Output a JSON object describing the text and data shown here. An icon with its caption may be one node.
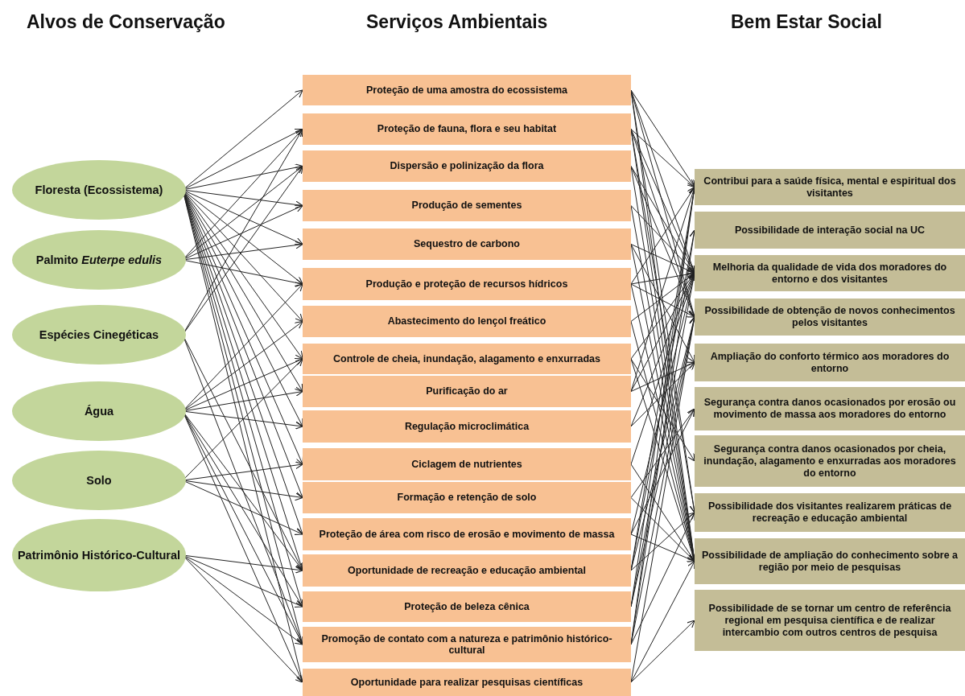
{
  "diagram": {
    "nodes": [
      {
        "text": [
          "Floresta (Ecossistema)"
        ]
      },
      {
        "text": [
          "Palmito *Euterpe edulis*"
        ]
      },
      {
        "text": [
          "Espécies Cinegéticas"
        ]
      },
      {
        "text": [
          "Água"
        ]
      },
      {
        "text": [
          "Solo"
        ]
      },
      {
        "text": [
          "Patrimônio Histórico-Cultural"
        ]
      },
      {
        "text": [
          "Proteção de uma amostra do ecossistema"
        ]
      },
      {
        "text": [
          "Proteção de fauna, flora e seu habitat"
        ]
      },
      {
        "text": [
          "Dispersão e polinização da flora"
        ]
      },
      {
        "text": [
          "Produção de sementes"
        ]
      },
      {
        "text": [
          "Sequestro de carbono"
        ]
      },
      {
        "text": [
          "Produção e proteção de recursos hídricos"
        ]
      },
      {
        "text": [
          "Abastecimento  do lençol freático"
        ]
      },
      {
        "text": [
          "Controle de cheia, inundação, alagamento e enxurradas"
        ]
      },
      {
        "text": [
          "Purificação do ar"
        ]
      },
      {
        "text": [
          "Regulação microclimática"
        ]
      },
      {
        "text": [
          "Ciclagem de nutrientes"
        ]
      },
      {
        "text": [
          "Formação  e retenção de solo"
        ]
      },
      {
        "text": [
          "Proteção de área com risco de erosão e movimento de massa"
        ]
      },
      {
        "text": [
          "Oportunidade de recreação e educação ambiental"
        ]
      },
      {
        "text": [
          "Proteção de beleza cênica"
        ]
      },
      {
        "text": [
          "Promoção de contato com a natureza e patrimônio histórico-cultural"
        ]
      },
      {
        "text": [
          "Oportunidade para realizar pesquisas científicas"
        ]
      },
      {
        "text": [
          "Contribui para a saúde física, mental e espiritual dos visitantes"
        ]
      },
      {
        "text": [
          "Possibilidade de interação social na UC"
        ]
      },
      {
        "text": [
          "Melhoria da qualidade de vida dos moradores do entorno e dos visitantes"
        ]
      },
      {
        "text": [
          "Possibilidade de obtenção de novos conhecimentos pelos visitantes"
        ]
      },
      {
        "text": [
          "Ampliação  do conforto térmico  aos moradores do entorno"
        ]
      },
      {
        "text": [
          "Segurança contra danos ocasionados por erosão ou movimento de massa aos moradores do entorno"
        ]
      },
      {
        "text": [
          "Segurança contra danos ocasionados por cheia, inundação, alagamento e enxurradas aos moradores do entorno"
        ]
      },
      {
        "text": [
          "Possibilidade dos visitantes realizarem práticas de recreação e educação ambiental"
        ]
      },
      {
        "text": [
          "Possibilidade de ampliação  do conhecimento sobre a região por meio de pesquisas"
        ]
      },
      {
        "text": [
          "Possibilidade de se tornar um centro de referência regional em pesquisa científica e de realizar intercambio com outros centros de pesquisa"
        ]
      }
    ],
    "edges": [
      {
        "from": 0,
        "to": 6,
        "arrow": "to"
      },
      {
        "from": 0,
        "to": 7,
        "arrow": "to"
      },
      {
        "from": 0,
        "to": 8,
        "arrow": "to"
      },
      {
        "from": 0,
        "to": 9,
        "arrow": "to"
      },
      {
        "from": 0,
        "to": 10,
        "arrow": "to"
      },
      {
        "from": 0,
        "to": 11,
        "arrow": "to"
      },
      {
        "from": 0,
        "to": 12,
        "arrow": "to"
      },
      {
        "from": 0,
        "to": 13,
        "arrow": "to"
      },
      {
        "from": 0,
        "to": 14,
        "arrow": "to"
      },
      {
        "from": 0,
        "to": 15,
        "arrow": "to"
      },
      {
        "from": 0,
        "to": 16,
        "arrow": "to"
      },
      {
        "from": 0,
        "to": 17,
        "arrow": "to"
      },
      {
        "from": 0,
        "to": 18,
        "arrow": "to"
      },
      {
        "from": 0,
        "to": 19,
        "arrow": "to"
      },
      {
        "from": 0,
        "to": 20,
        "arrow": "to"
      },
      {
        "from": 0,
        "to": 21,
        "arrow": "to"
      },
      {
        "from": 0,
        "to": 22,
        "arrow": "to"
      },
      {
        "from": 1,
        "to": 7,
        "arrow": "to"
      },
      {
        "from": 1,
        "to": 8,
        "arrow": "to"
      },
      {
        "from": 1,
        "to": 9,
        "arrow": "to"
      },
      {
        "from": 1,
        "to": 10,
        "arrow": "to"
      },
      {
        "from": 1,
        "to": 11,
        "arrow": "to"
      },
      {
        "from": 2,
        "to": 7,
        "arrow": "to"
      },
      {
        "from": 2,
        "to": 8,
        "arrow": "to"
      },
      {
        "from": 2,
        "to": 19,
        "arrow": "to"
      },
      {
        "from": 2,
        "to": 21,
        "arrow": "to"
      },
      {
        "from": 3,
        "to": 11,
        "arrow": "to"
      },
      {
        "from": 3,
        "to": 12,
        "arrow": "to"
      },
      {
        "from": 3,
        "to": 13,
        "arrow": "to"
      },
      {
        "from": 3,
        "to": 14,
        "arrow": "to"
      },
      {
        "from": 3,
        "to": 15,
        "arrow": "to"
      },
      {
        "from": 3,
        "to": 19,
        "arrow": "to"
      },
      {
        "from": 3,
        "to": 20,
        "arrow": "to"
      },
      {
        "from": 3,
        "to": 21,
        "arrow": "to"
      },
      {
        "from": 3,
        "to": 22,
        "arrow": "to"
      },
      {
        "from": 4,
        "to": 13,
        "arrow": "to"
      },
      {
        "from": 4,
        "to": 16,
        "arrow": "to"
      },
      {
        "from": 4,
        "to": 17,
        "arrow": "to"
      },
      {
        "from": 4,
        "to": 18,
        "arrow": "to"
      },
      {
        "from": 5,
        "to": 19,
        "arrow": "to"
      },
      {
        "from": 5,
        "to": 20,
        "arrow": "to"
      },
      {
        "from": 5,
        "to": 21,
        "arrow": "to"
      },
      {
        "from": 5,
        "to": 22,
        "arrow": "to"
      },
      {
        "from": 6,
        "to": 23,
        "arrow": "to"
      },
      {
        "from": 6,
        "to": 25,
        "arrow": "to"
      },
      {
        "from": 6,
        "to": 26,
        "arrow": "to"
      },
      {
        "from": 6,
        "to": 30,
        "arrow": "to"
      },
      {
        "from": 6,
        "to": 31,
        "arrow": "to"
      },
      {
        "from": 7,
        "to": 23,
        "arrow": "to"
      },
      {
        "from": 7,
        "to": 25,
        "arrow": "to"
      },
      {
        "from": 7,
        "to": 26,
        "arrow": "to"
      },
      {
        "from": 7,
        "to": 30,
        "arrow": "to"
      },
      {
        "from": 7,
        "to": 31,
        "arrow": "to"
      },
      {
        "from": 8,
        "to": 25,
        "arrow": "to"
      },
      {
        "from": 8,
        "to": 26,
        "arrow": "to"
      },
      {
        "from": 8,
        "to": 31,
        "arrow": "to"
      },
      {
        "from": 9,
        "to": 25,
        "arrow": "to"
      },
      {
        "from": 9,
        "to": 31,
        "arrow": "to"
      },
      {
        "from": 10,
        "to": 25,
        "arrow": "to"
      },
      {
        "from": 10,
        "to": 27,
        "arrow": "to"
      },
      {
        "from": 10,
        "to": 31,
        "arrow": "to"
      },
      {
        "from": 11,
        "to": 23,
        "arrow": "to"
      },
      {
        "from": 11,
        "to": 25,
        "arrow": "to"
      },
      {
        "from": 11,
        "to": 26,
        "arrow": "to"
      },
      {
        "from": 11,
        "to": 31,
        "arrow": "to"
      },
      {
        "from": 12,
        "to": 25,
        "arrow": "to"
      },
      {
        "from": 12,
        "to": 31,
        "arrow": "to"
      },
      {
        "from": 13,
        "to": 25,
        "arrow": "to"
      },
      {
        "from": 13,
        "to": 29,
        "arrow": "to"
      },
      {
        "from": 13,
        "to": 31,
        "arrow": "to"
      },
      {
        "from": 14,
        "to": 23,
        "arrow": "to"
      },
      {
        "from": 14,
        "to": 25,
        "arrow": "to"
      },
      {
        "from": 14,
        "to": 27,
        "arrow": "to"
      },
      {
        "from": 15,
        "to": 25,
        "arrow": "to"
      },
      {
        "from": 15,
        "to": 27,
        "arrow": "to"
      },
      {
        "from": 16,
        "to": 25,
        "arrow": "to"
      },
      {
        "from": 16,
        "to": 31,
        "arrow": "to"
      },
      {
        "from": 17,
        "to": 28,
        "arrow": "to"
      },
      {
        "from": 17,
        "to": 31,
        "arrow": "to"
      },
      {
        "from": 18,
        "to": 25,
        "arrow": "to"
      },
      {
        "from": 18,
        "to": 28,
        "arrow": "to"
      },
      {
        "from": 18,
        "to": 31,
        "arrow": "to"
      },
      {
        "from": 19,
        "to": 23,
        "arrow": "to"
      },
      {
        "from": 19,
        "to": 24,
        "arrow": "to"
      },
      {
        "from": 19,
        "to": 26,
        "arrow": "to"
      },
      {
        "from": 19,
        "to": 30,
        "arrow": "to"
      },
      {
        "from": 20,
        "to": 23,
        "arrow": "to"
      },
      {
        "from": 20,
        "to": 25,
        "arrow": "to"
      },
      {
        "from": 20,
        "to": 26,
        "arrow": "to"
      },
      {
        "from": 21,
        "to": 23,
        "arrow": "to"
      },
      {
        "from": 21,
        "to": 24,
        "arrow": "to"
      },
      {
        "from": 21,
        "to": 26,
        "arrow": "to"
      },
      {
        "from": 21,
        "to": 30,
        "arrow": "to"
      },
      {
        "from": 22,
        "to": 26,
        "arrow": "to"
      },
      {
        "from": 22,
        "to": 31,
        "arrow": "to"
      },
      {
        "from": 22,
        "to": 32,
        "arrow": "to"
      }
    ],
    "labels": [
      "Alvos de Conservação",
      "Serviços Ambientais",
      "Bem Estar Social"
    ]
  }
}
